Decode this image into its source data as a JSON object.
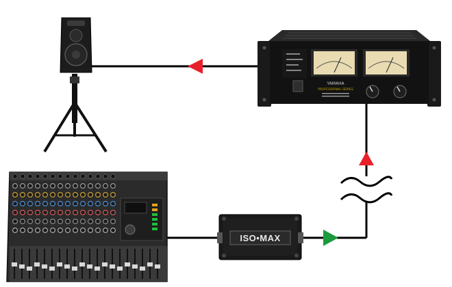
{
  "diagram": {
    "nodes": {
      "speaker": {
        "icon": "pa-speaker-on-tripod-icon"
      },
      "amplifier": {
        "icon": "yamaha-power-amplifier-icon",
        "brand": "YAMAHA",
        "model": "PROFESSIONAL SERIES"
      },
      "isolator": {
        "label": "ISO•MAX"
      },
      "mixer": {
        "icon": "mixing-console-icon"
      }
    },
    "connections": [
      {
        "from": "mixer",
        "to": "isolator"
      },
      {
        "from": "isolator",
        "to": "amplifier",
        "break": "long-cable-break-icon"
      },
      {
        "from": "amplifier",
        "to": "speaker"
      }
    ],
    "colors": {
      "line": "#000000",
      "arrow_to_speaker": "#e8202a",
      "arrow_up": "#e8202a",
      "arrow_from_isolator": "#1a9b3c"
    }
  }
}
